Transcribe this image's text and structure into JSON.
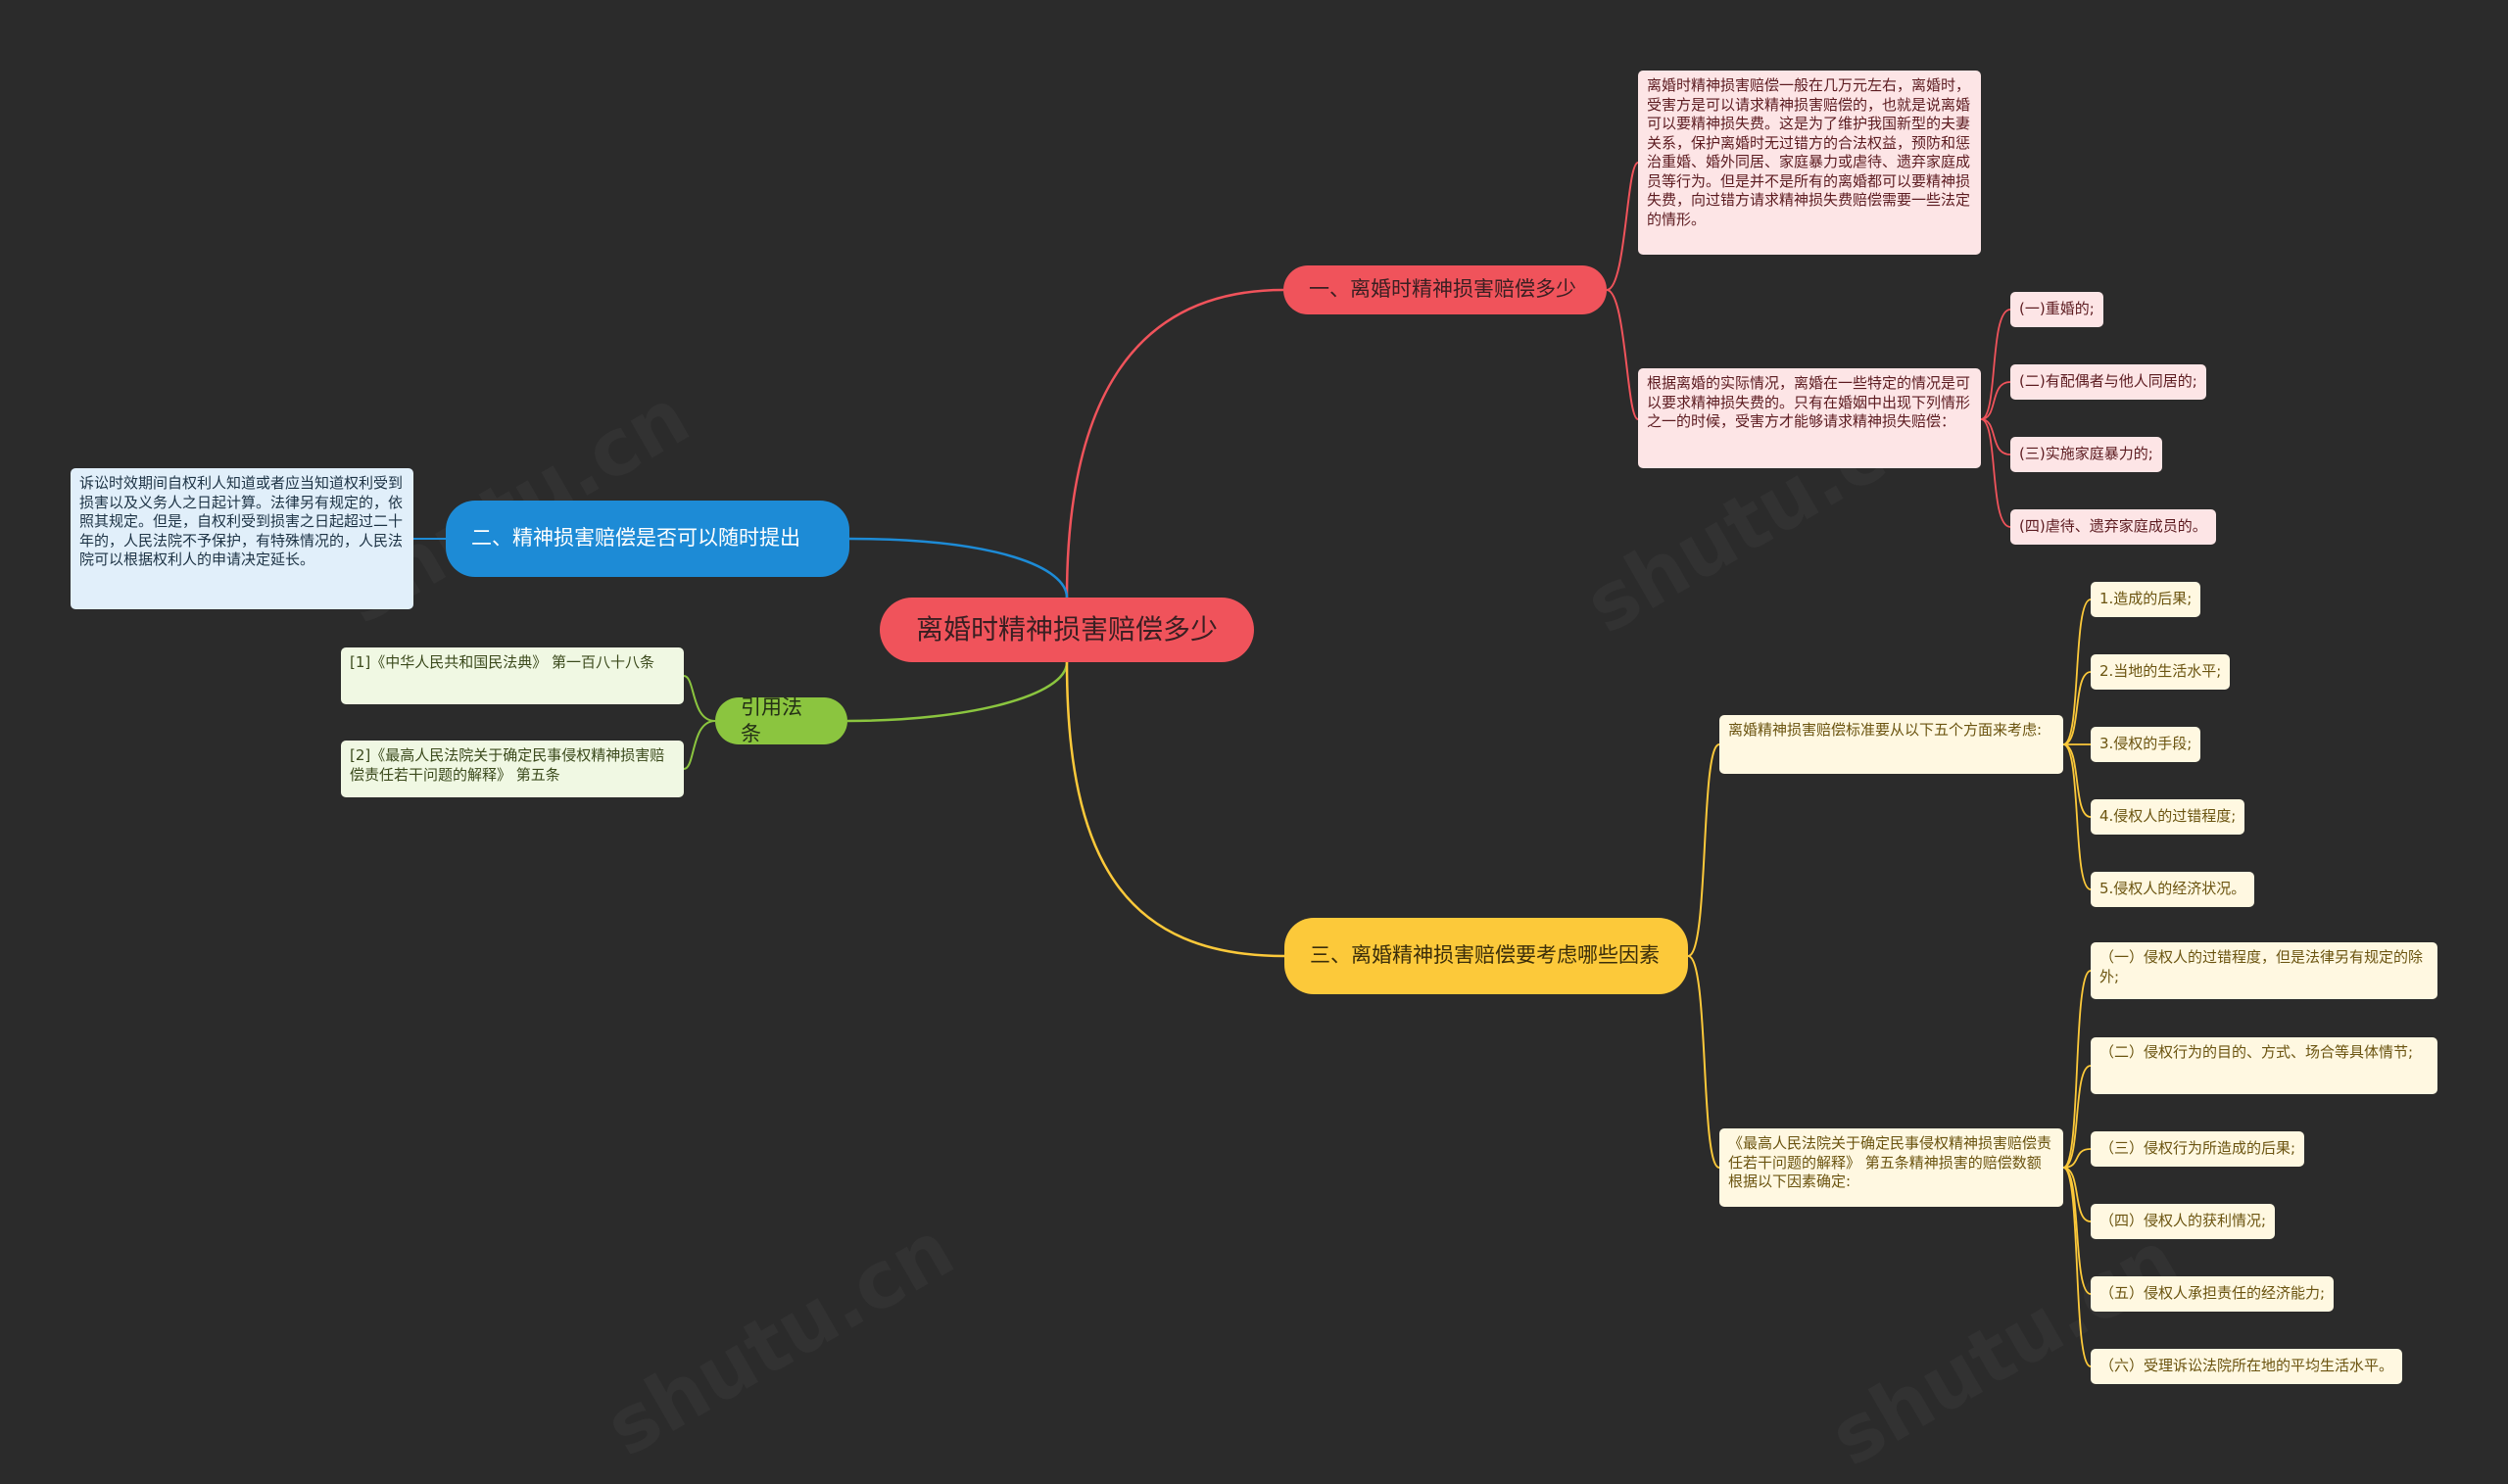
{
  "root": "离婚时精神损害赔偿多少",
  "branches": {
    "red": {
      "title": "一、离婚时精神损害赔偿多少",
      "note1": "离婚时精神损害赔偿一般在几万元左右，离婚时，受害方是可以请求精神损害赔偿的，也就是说离婚可以要精神损失费。这是为了维护我国新型的夫妻关系，保护离婚时无过错方的合法权益，预防和惩治重婚、婚外同居、家庭暴力或虐待、遗弃家庭成员等行为。但是并不是所有的离婚都可以要精神损失费，向过错方请求精神损失费赔偿需要一些法定的情形。",
      "note2": "根据离婚的实际情况，离婚在一些特定的情况是可以要求精神损失费的。只有在婚姻中出现下列情形之一的时候，受害方才能够请求精神损失赔偿：",
      "items": [
        "(一)重婚的;",
        "(二)有配偶者与他人同居的;",
        "(三)实施家庭暴力的;",
        "(四)虐待、遗弃家庭成员的。"
      ]
    },
    "blue": {
      "title": "二、精神损害赔偿是否可以随时提出",
      "note": "诉讼时效期间自权利人知道或者应当知道权利受到损害以及义务人之日起计算。法律另有规定的，依照其规定。但是，自权利受到损害之日起超过二十年的，人民法院不予保护，有特殊情况的，人民法院可以根据权利人的申请决定延长。"
    },
    "green": {
      "title": "引用法条",
      "items": [
        "[1]《中华人民共和国民法典》 第一百八十八条",
        "[2]《最高人民法院关于确定民事侵权精神损害赔偿责任若干问题的解释》 第五条"
      ]
    },
    "yellow": {
      "title": "三、离婚精神损害赔偿要考虑哪些因素",
      "note1": "离婚精神损害赔偿标准要从以下五个方面来考虑:",
      "items1": [
        "1.造成的后果;",
        "2.当地的生活水平;",
        "3.侵权的手段;",
        "4.侵权人的过错程度;",
        "5.侵权人的经济状况。"
      ],
      "note2": "《最高人民法院关于确定民事侵权精神损害赔偿责任若干问题的解释》 第五条精神损害的赔偿数额根据以下因素确定:",
      "items2": [
        "（一）侵权人的过错程度，但是法律另有规定的除外;",
        "（二）侵权行为的目的、方式、场合等具体情节;",
        "（三）侵权行为所造成的后果;",
        "（四）侵权人的获利情况;",
        "（五）侵权人承担责任的经济能力;",
        "（六）受理诉讼法院所在地的平均生活水平。"
      ]
    }
  },
  "colors": {
    "background": "#2b2b2b",
    "red": "#f0535b",
    "blue": "#1d8bd6",
    "green": "#8bc53f",
    "yellow": "#fcc93a"
  }
}
